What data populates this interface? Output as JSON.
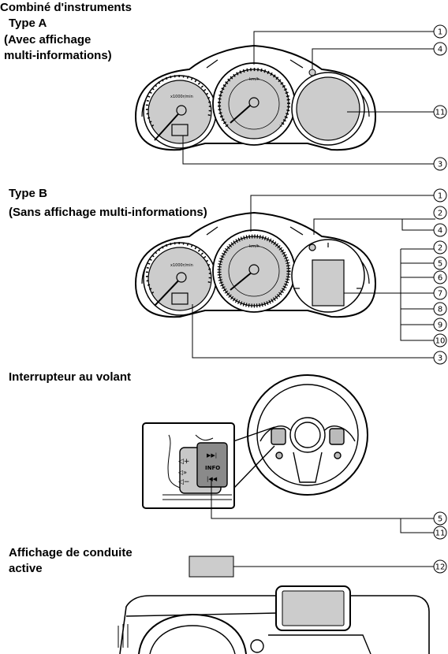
{
  "headings": {
    "title": "Combiné d'instruments",
    "type_a": "Type A",
    "type_a_note_1": "(Avec affichage",
    "type_a_note_2": "multi-informations)",
    "type_b": "Type B",
    "type_b_note": "(Sans affichage multi-informations)",
    "steering": "Interrupteur au volant",
    "adb_1": "Affichage de conduite",
    "adb_2": "active"
  },
  "switch_labels": {
    "info": "INFO"
  },
  "callouts_a": [
    "1",
    "4",
    "11",
    "3"
  ],
  "callouts_b": [
    "1",
    "2",
    "4",
    "2",
    "5",
    "6",
    "7",
    "8",
    "9",
    "10",
    "3"
  ],
  "callouts_steering": [
    "5",
    "11"
  ],
  "callouts_adb": [
    "12"
  ]
}
